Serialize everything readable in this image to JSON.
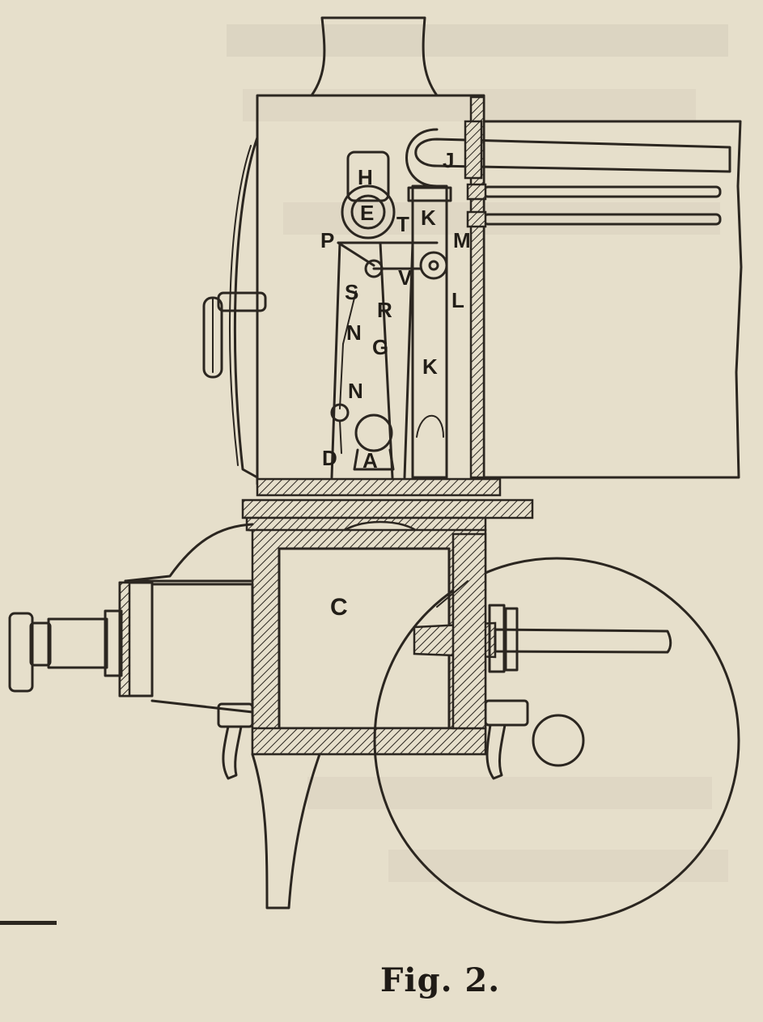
{
  "figure": {
    "caption": "Fig. 2.",
    "labels": {
      "H": "H",
      "E": "E",
      "J": "J",
      "T": "T",
      "K_top": "K",
      "M": "M",
      "P": "P",
      "S": "S",
      "R": "R",
      "V": "V",
      "L": "L",
      "N_mid": "N",
      "G": "G",
      "K_mid": "K",
      "N_low": "N",
      "D": "D",
      "A": "A",
      "C": "C"
    }
  }
}
